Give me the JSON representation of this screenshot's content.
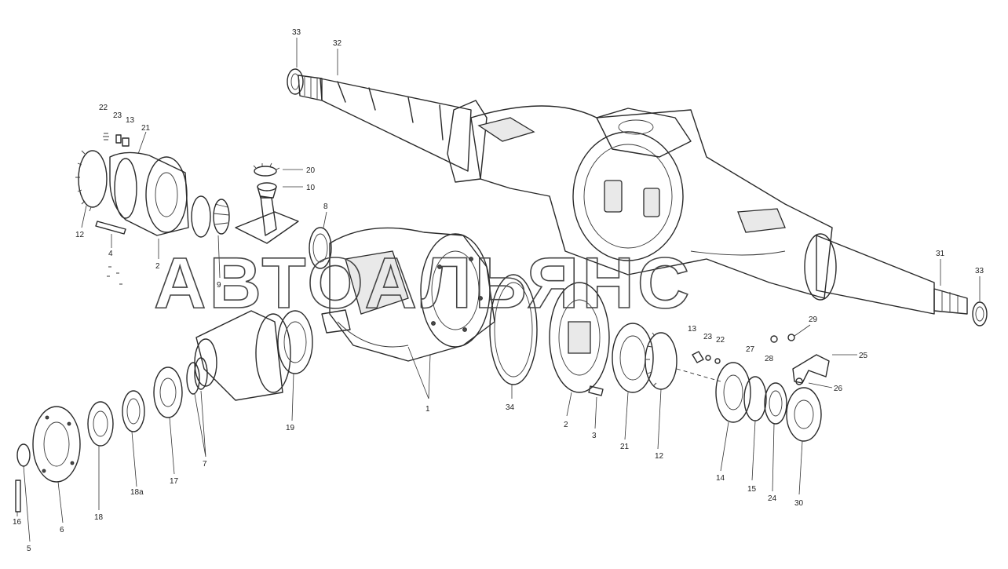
{
  "watermark": {
    "text": "АВТОАЛЬЯНС"
  },
  "callouts": [
    {
      "id": "c33a",
      "label": "33"
    },
    {
      "id": "c32a",
      "label": "32"
    },
    {
      "id": "c22a",
      "label": "22"
    },
    {
      "id": "c23a",
      "label": "23"
    },
    {
      "id": "c13a",
      "label": "13"
    },
    {
      "id": "c21a",
      "label": "21"
    },
    {
      "id": "c20",
      "label": "20"
    },
    {
      "id": "c10",
      "label": "10"
    },
    {
      "id": "c8",
      "label": "8"
    },
    {
      "id": "c12a",
      "label": "12"
    },
    {
      "id": "c4",
      "label": "4"
    },
    {
      "id": "c2a",
      "label": "2"
    },
    {
      "id": "c9",
      "label": "9"
    },
    {
      "id": "c31",
      "label": "31"
    },
    {
      "id": "c33b",
      "label": "33"
    },
    {
      "id": "c29",
      "label": "29"
    },
    {
      "id": "c13b",
      "label": "13"
    },
    {
      "id": "c23b",
      "label": "23"
    },
    {
      "id": "c22b",
      "label": "22"
    },
    {
      "id": "c27",
      "label": "27"
    },
    {
      "id": "c28",
      "label": "28"
    },
    {
      "id": "c25",
      "label": "25"
    },
    {
      "id": "c26",
      "label": "26"
    },
    {
      "id": "c19",
      "label": "19"
    },
    {
      "id": "c1",
      "label": "1"
    },
    {
      "id": "c34",
      "label": "34"
    },
    {
      "id": "c2b",
      "label": "2"
    },
    {
      "id": "c3",
      "label": "3"
    },
    {
      "id": "c21b",
      "label": "21"
    },
    {
      "id": "c12b",
      "label": "12"
    },
    {
      "id": "c14",
      "label": "14"
    },
    {
      "id": "c15",
      "label": "15"
    },
    {
      "id": "c24",
      "label": "24"
    },
    {
      "id": "c30",
      "label": "30"
    },
    {
      "id": "c17",
      "label": "17"
    },
    {
      "id": "c7",
      "label": "7"
    },
    {
      "id": "c18a",
      "label": "18a"
    },
    {
      "id": "c18",
      "label": "18"
    },
    {
      "id": "c6",
      "label": "6"
    },
    {
      "id": "c16",
      "label": "16"
    },
    {
      "id": "c5",
      "label": "5"
    }
  ]
}
